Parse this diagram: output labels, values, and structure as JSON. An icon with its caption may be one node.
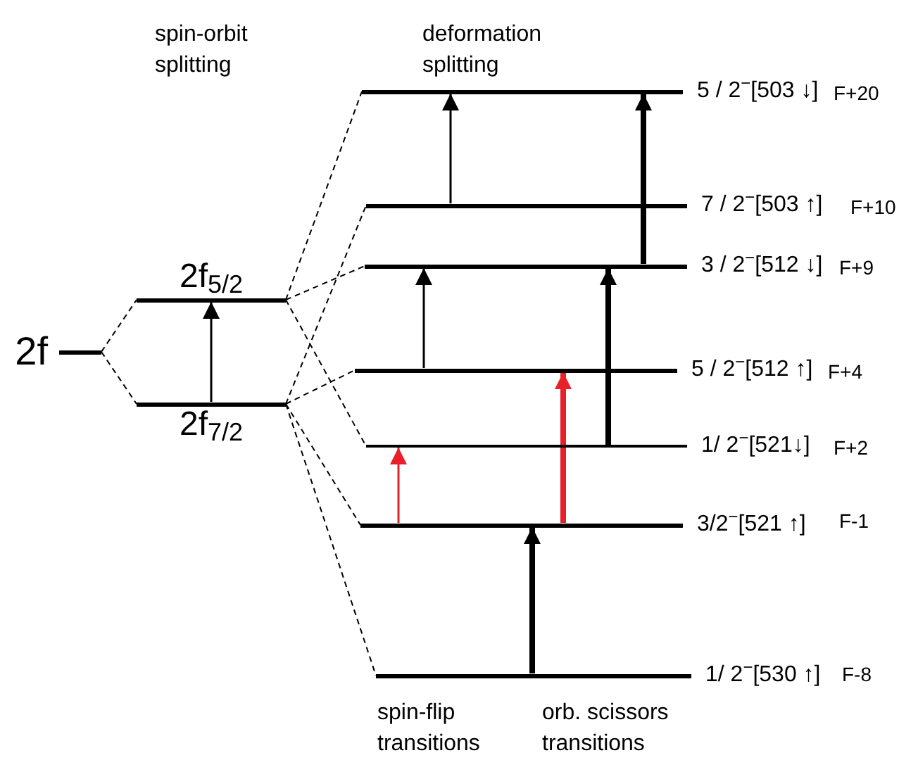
{
  "diagram": {
    "nodes": [
      {
        "text": [
          "2f"
        ]
      },
      {
        "text": [
          "2f$_{5/2}$"
        ]
      },
      {
        "text": [
          "2f$_{7/2}$"
        ]
      },
      {
        "text": [
          "5 / 2$^{−}$[503 ↓]"
        ]
      },
      {
        "text": [
          "7 / 2$^{−}$[503 ↑]"
        ]
      },
      {
        "text": [
          "3 / 2$^{−}$[512 ↓]"
        ]
      },
      {
        "text": [
          "5 / 2$^{−}$[512 ↑]"
        ]
      },
      {
        "text": [
          "1/ 2$^{−}$[521↓]"
        ]
      },
      {
        "text": [
          "3/2$^{−}$[521 ↑]"
        ]
      },
      {
        "text": [
          "1/ 2$^{−}$[530 ↑]"
        ]
      }
    ],
    "edges": [
      {
        "from": 0,
        "to": 1,
        "arrow": "none",
        "style": "dashed"
      },
      {
        "from": 0,
        "to": 2,
        "arrow": "none",
        "style": "dashed"
      },
      {
        "from": 1,
        "to": 3,
        "arrow": "none",
        "style": "dashed"
      },
      {
        "from": 1,
        "to": 5,
        "arrow": "none",
        "style": "dashed"
      },
      {
        "from": 1,
        "to": 7,
        "arrow": "none",
        "style": "dashed"
      },
      {
        "from": 2,
        "to": 4,
        "arrow": "none",
        "style": "dashed"
      },
      {
        "from": 2,
        "to": 6,
        "arrow": "none",
        "style": "dashed"
      },
      {
        "from": 2,
        "to": 8,
        "arrow": "none",
        "style": "dashed"
      },
      {
        "from": 2,
        "to": 9,
        "arrow": "none",
        "style": "dashed"
      },
      {
        "from": 2,
        "to": 1,
        "arrow": "to"
      },
      {
        "from": 4,
        "to": 3,
        "arrow": "to"
      },
      {
        "from": 6,
        "to": 5,
        "arrow": "to"
      },
      {
        "from": 8,
        "to": 7,
        "arrow": "to",
        "color": "#e8202a"
      },
      {
        "from": 8,
        "to": 6,
        "arrow": "to",
        "style": "thick",
        "color": "#e8202a"
      },
      {
        "from": 7,
        "to": 5,
        "arrow": "to",
        "style": "thick"
      },
      {
        "from": 5,
        "to": 3,
        "arrow": "to",
        "style": "thick"
      },
      {
        "from": 9,
        "to": 8,
        "arrow": "to",
        "style": "thick"
      }
    ],
    "labels": [
      "spin-orbit splitting",
      "deformation splitting",
      "F+20",
      "F+10",
      "F+9",
      "F+4",
      "F+2",
      "F-1",
      "F-8",
      "spin-flip transitions",
      "orb. scissors transitions"
    ]
  }
}
